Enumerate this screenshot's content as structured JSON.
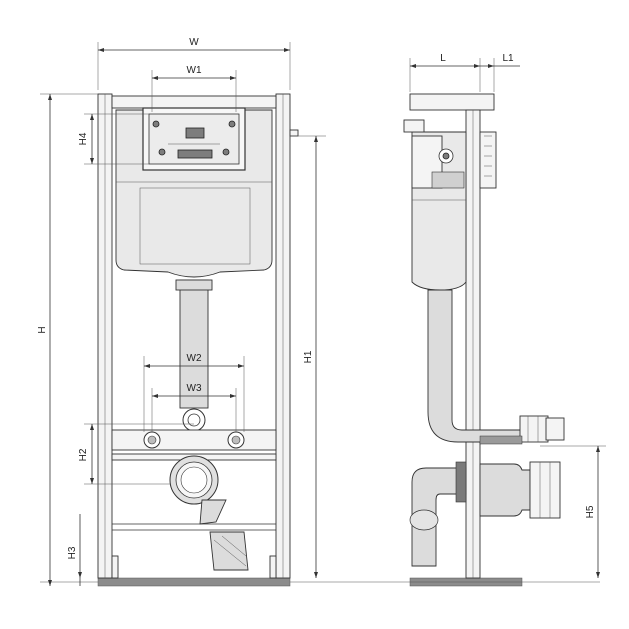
{
  "labels": {
    "W": "W",
    "W1": "W1",
    "W2": "W2",
    "W3": "W3",
    "H": "H",
    "H1": "H1",
    "H2": "H2",
    "H3": "H3",
    "H4": "H4",
    "H5": "H5",
    "L": "L",
    "L1": "L1"
  }
}
